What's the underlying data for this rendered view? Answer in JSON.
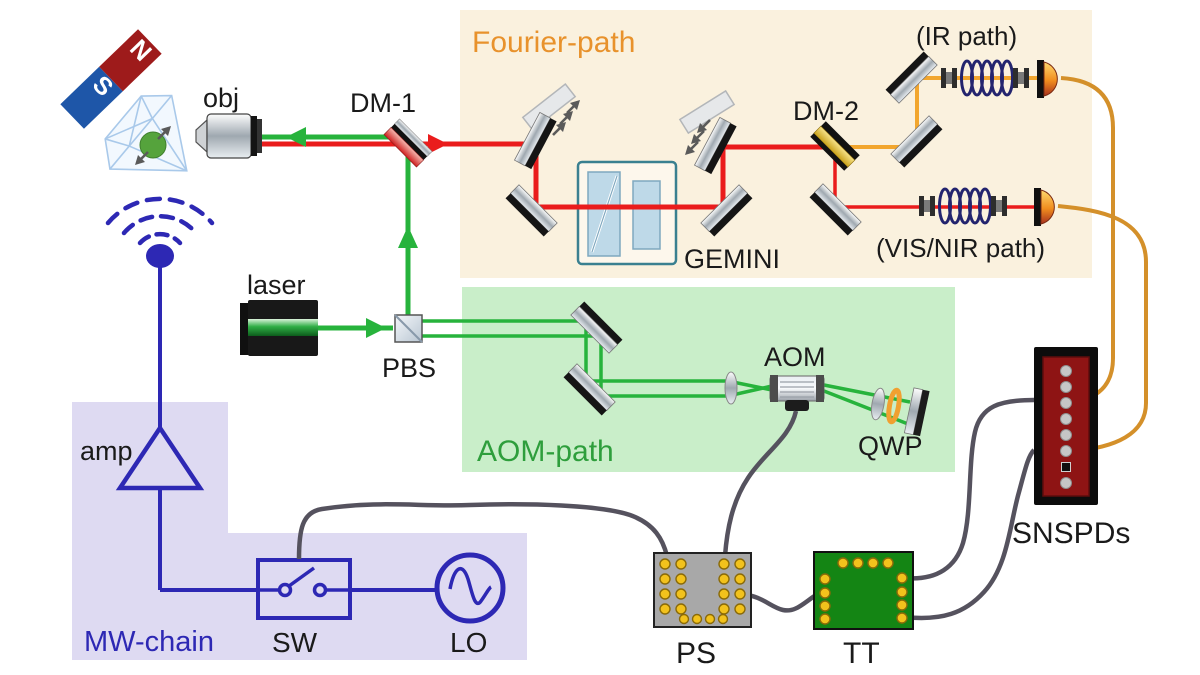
{
  "figure": {
    "regions": {
      "fourier_path": {
        "label": "Fourier-path",
        "bg": "#faf1de",
        "label_color": "#e8922c"
      },
      "aom_path": {
        "label": "AOM-path",
        "bg": "#c9eec9",
        "label_color": "#2e9e3c"
      },
      "mw_chain": {
        "label": "MW-chain",
        "bg": "#dedaf2",
        "label_color": "#2d28b4"
      }
    },
    "optics": {
      "objective": "obj",
      "dichroic_1": "DM-1",
      "dichroic_2": "DM-2",
      "gemini": "GEMINI",
      "laser": "laser",
      "pbs": "PBS",
      "aom": "AOM",
      "qwp": "QWP"
    },
    "detection": {
      "ir_path": "(IR path)",
      "vis_nir_path": "(VIS/NIR path)",
      "snspds": "SNSPDs"
    },
    "microwave": {
      "amp": "amp",
      "switch": "SW",
      "local_oscillator": "LO"
    },
    "electronics": {
      "pulse_streamer": "PS",
      "time_tagger": "TT"
    },
    "magnet": {
      "north": "N",
      "south": "S"
    },
    "colors": {
      "beam_red": "#ea1c1c",
      "beam_green": "#27b33c",
      "beam_orange": "#f2a62e",
      "fiber_orange": "#d4902a",
      "mw_blue": "#2d28b4",
      "cable_gray": "#55525e",
      "magnet_north_red": "#9e1b1b",
      "magnet_south_blue": "#1e56a8",
      "pad_gold": "#f2c21c",
      "tt_board_green": "#148514",
      "snspd_dark_red": "#8e1414"
    }
  }
}
